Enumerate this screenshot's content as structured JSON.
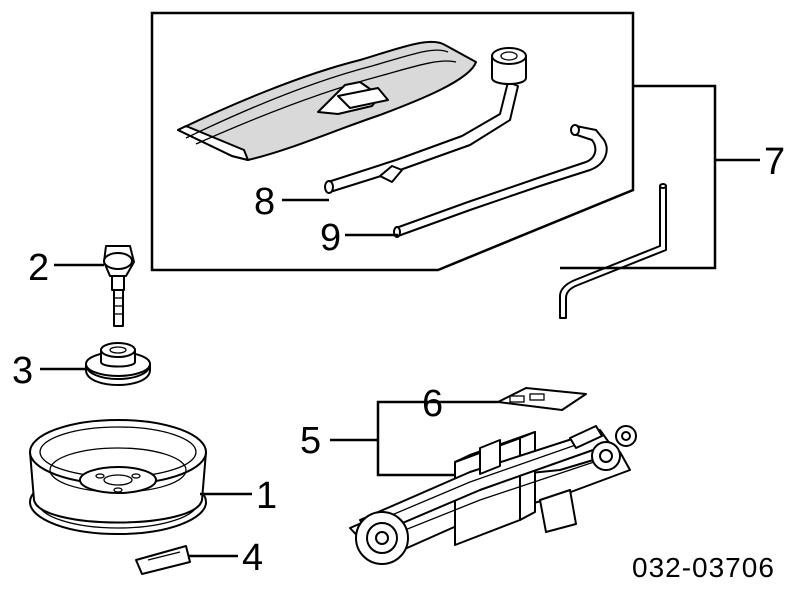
{
  "callouts": {
    "c1": "1",
    "c2": "2",
    "c3": "3",
    "c4": "4",
    "c5": "5",
    "c6": "6",
    "c7": "7",
    "c8": "8",
    "c9": "9"
  },
  "diagram_code": "032-03706"
}
